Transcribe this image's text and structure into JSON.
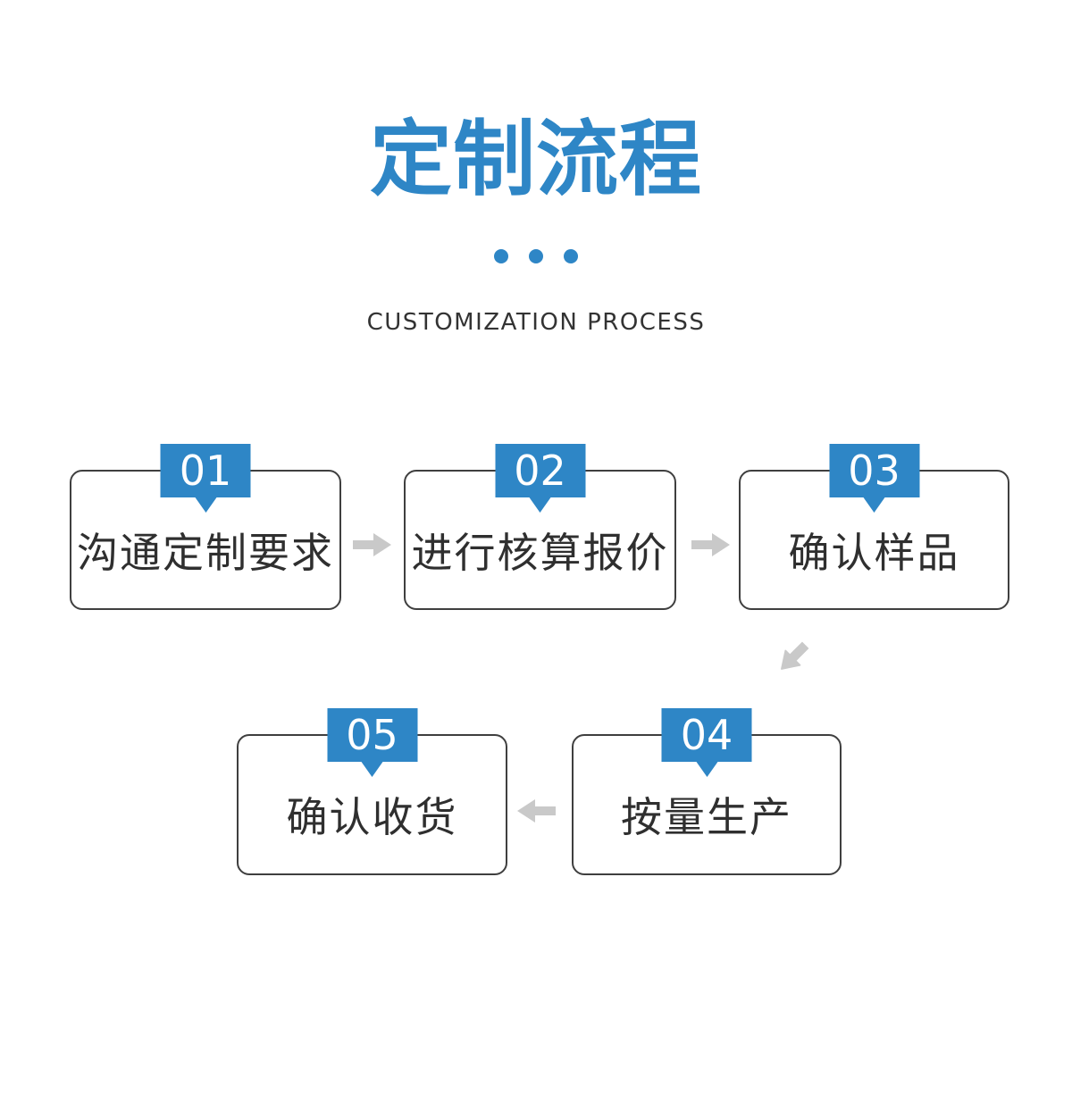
{
  "header": {
    "title": "定制流程",
    "subtitle": "CUSTOMIZATION PROCESS"
  },
  "steps": [
    {
      "number": "01",
      "label": "沟通定制要求"
    },
    {
      "number": "02",
      "label": "进行核算报价"
    },
    {
      "number": "03",
      "label": "确认样品"
    },
    {
      "number": "04",
      "label": "按量生产"
    },
    {
      "number": "05",
      "label": "确认收货"
    }
  ],
  "flow": {
    "sequence": [
      "01 → 02",
      "02 → 03",
      "03 ↙ 04",
      "04 ← 05 direction: 04 → 05"
    ],
    "arrow_directions": [
      "right",
      "right",
      "down-left",
      "left"
    ]
  },
  "icons": {
    "divider_dots": "three-round-dots",
    "arrow_right": "block-arrow-right",
    "arrow_down_left": "block-arrow-down-left",
    "arrow_left": "block-arrow-left"
  },
  "colors": {
    "accent_blue": "#2e86c6",
    "badge_text": "#ffffff",
    "box_border": "#3f3f3f",
    "label_text": "#2f2f2f",
    "subtitle_text": "#333333",
    "arrow_gray": "#c9c9c9",
    "background": "#ffffff"
  }
}
